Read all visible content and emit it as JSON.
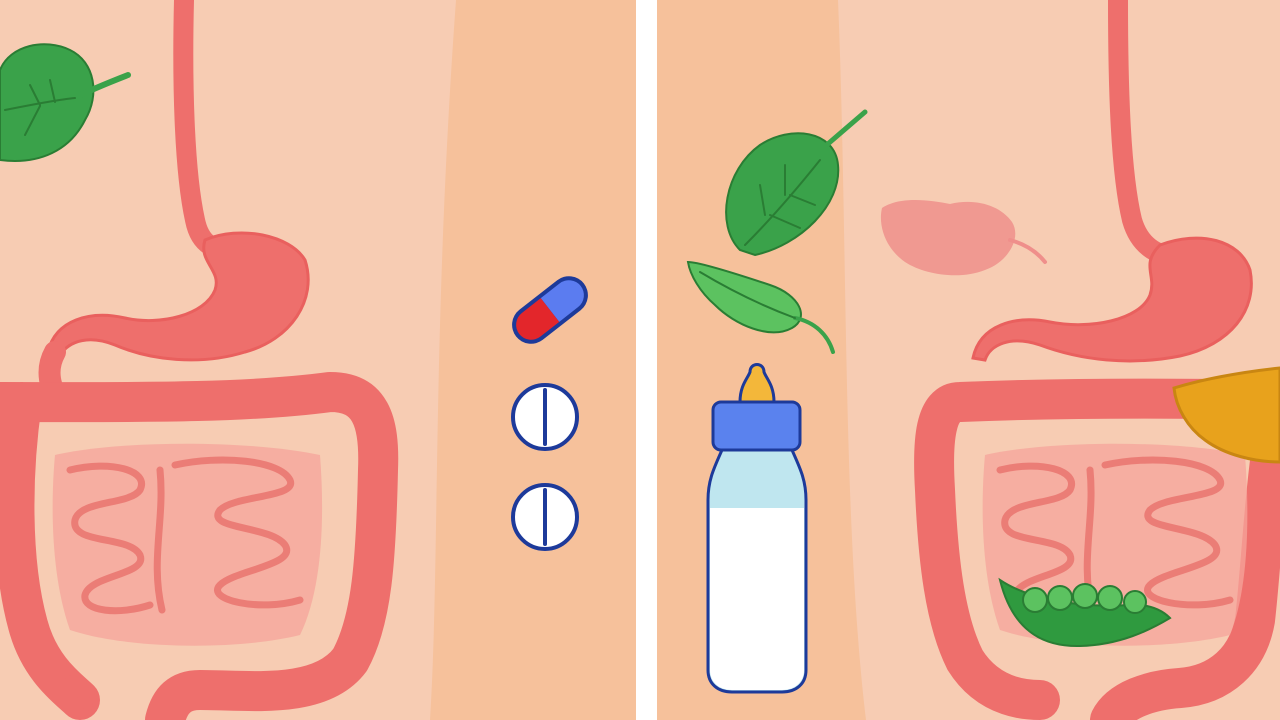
{
  "palette": {
    "background": "#f7ccb3",
    "panel_stripe": "#f6c19b",
    "divider": "#ffffff",
    "gut": "#ee6f6c",
    "gut_outline": "#e9605e",
    "small_intestine_fill": "#f5a49b",
    "small_intestine_line": "#e9706b",
    "leaf_green": "#3aa24a",
    "leaf_dark": "#2a7d34",
    "leaf_light": "#5cc260",
    "faded_leaf": "#ef8f8b",
    "capsule_blue": "#5b7cf0",
    "capsule_red": "#e3262b",
    "outline_navy": "#1d3a9a",
    "pill_white": "#ffffff",
    "bottle_cap": "#5a82ee",
    "bottle_nipple": "#f3b73a",
    "milk": "#ffffff",
    "bottle_tint": "#bfe6ef",
    "orange_slice": "#e8a21c",
    "pea_pod": "#2f9a3f"
  },
  "panels": {
    "left": {
      "items": [
        "spinach-leaf",
        "digestive-tract",
        "capsule",
        "pill",
        "pill"
      ]
    },
    "right": {
      "items": [
        "spinach-leaf",
        "spinach-leaf",
        "faded-leaf",
        "baby-bottle",
        "digestive-tract",
        "orange-slice",
        "pea-pod"
      ]
    }
  }
}
